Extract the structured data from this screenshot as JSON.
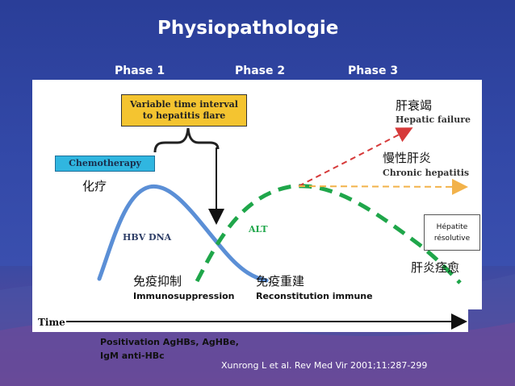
{
  "title": "Physiopathologie",
  "phases": [
    "Phase 1",
    "Phase 2",
    "Phase 3"
  ],
  "boxes": {
    "interval": [
      "Variable time interval",
      "to hepatitis flare"
    ],
    "chemotherapy": "Chemotherapy",
    "resolution": [
      "Hépatite",
      "résolutive"
    ]
  },
  "labels": {
    "chemo_cn": "化疗",
    "hbv_dna": "HBV DNA",
    "alt": "ALT",
    "hepatic_failure_cn": "肝衰竭",
    "hepatic_failure": "Hepatic failure",
    "chronic_cn": "慢性肝炎",
    "chronic": "Chronic hepatitis",
    "recovery_cn": "肝炎痊愈",
    "immunosuppression_cn": "免疫抑制",
    "immunosuppression": "Immunosuppression",
    "reconstitution_cn": "免疫重建",
    "reconstitution": "Reconstitution immune",
    "time": "Time",
    "positivation": [
      "Positivation AgHBs, AgHBe,",
      "IgM anti-HBc"
    ],
    "reference": "Xunrong L et al. Rev Med Vir 2001;11:287-299"
  },
  "colors": {
    "hbv_curve": "#5b8fd6",
    "alt_curve": "#1fa64a",
    "failure_arrow": "#d63a3a",
    "chronic_arrow": "#f2b24a",
    "interval_box": "#f4c430",
    "chemo_box": "#30b6e0"
  }
}
